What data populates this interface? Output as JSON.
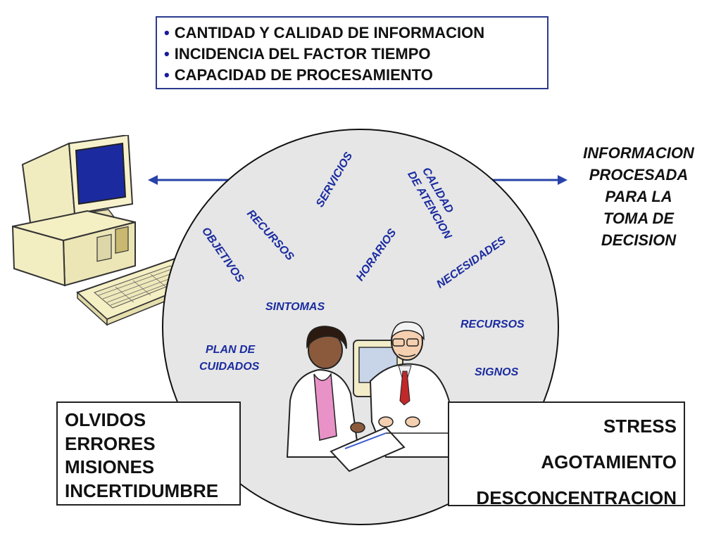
{
  "top_box": {
    "items": [
      "CANTIDAD Y CALIDAD DE INFORMACION",
      "INCIDENCIA DEL FACTOR TIEMPO",
      "CAPACIDAD DE PROCESAMIENTO"
    ]
  },
  "circle_words": {
    "servicios": "SERVICIOS",
    "calidad": "CALIDAD",
    "de_atencion": "DE ATENCION",
    "recursos_top": "RECURSOS",
    "objetivos": "OBJETIVOS",
    "horarios": "HORARIOS",
    "necesidades": "NECESIDADES",
    "sintomas": "SINTOMAS",
    "recursos_right": "RECURSOS",
    "plan_line1": "PLAN DE",
    "plan_line2": "CUIDADOS",
    "signos": "SIGNOS"
  },
  "info": {
    "lines": [
      "INFORMACION",
      "PROCESADA",
      "PARA LA",
      "TOMA DE",
      "DECISION"
    ]
  },
  "left_box": {
    "lines": [
      "OLVIDOS",
      "ERRORES",
      "MISIONES",
      "INCERTIDUMBRE"
    ]
  },
  "right_box": {
    "lines": [
      "STRESS",
      "AGOTAMIENTO",
      "DESCONCENTRACION"
    ]
  },
  "colors": {
    "word_blue": "#1a2ba0",
    "arrow_blue": "#2743a8",
    "circle_fill": "#e6e6e6"
  },
  "icons": {
    "computer": "computer-icon",
    "doctors": "doctors-illustration"
  }
}
